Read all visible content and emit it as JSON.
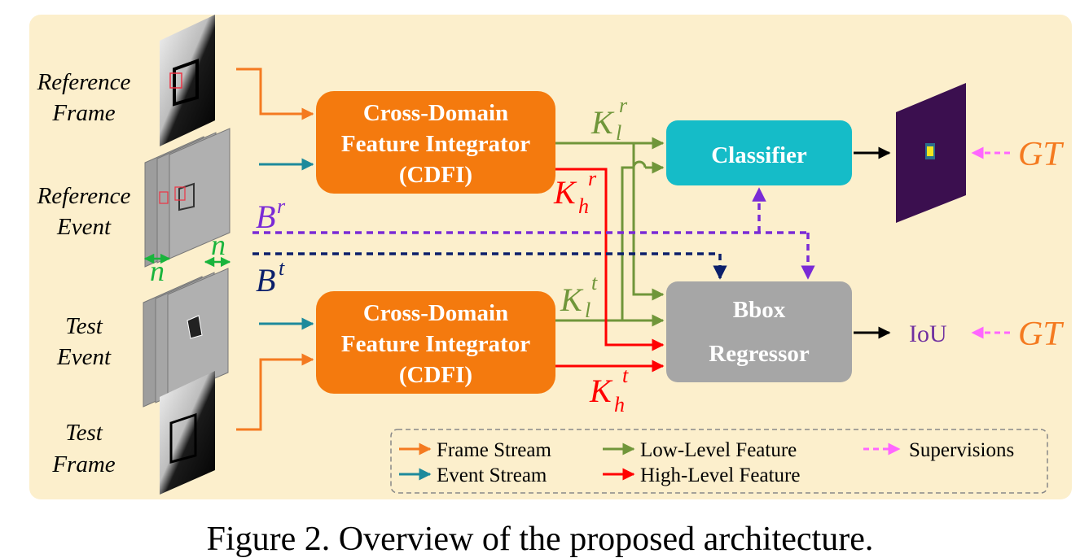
{
  "inputs": {
    "reference_frame": [
      "Reference",
      "Frame"
    ],
    "reference_event": [
      "Reference",
      "Event"
    ],
    "test_event": [
      "Test",
      "Event"
    ],
    "test_frame": [
      "Test",
      "Frame"
    ]
  },
  "symbols": {
    "n": "n",
    "b_ref": "B",
    "b_ref_sup": "r",
    "b_test": "B",
    "b_test_sup": "t",
    "k": "K",
    "low_sub": "l",
    "high_sub": "h",
    "sup_r": "r",
    "sup_t": "t"
  },
  "modules": {
    "cdfi_top": [
      "Cross-Domain",
      "Feature Integrator",
      "(CDFI)"
    ],
    "cdfi_bottom": [
      "Cross-Domain",
      "Feature Integrator",
      "(CDFI)"
    ],
    "classifier": "Classifier",
    "bbox_regressor": [
      "Bbox",
      "Regressor"
    ]
  },
  "outputs": {
    "iou": "IoU",
    "gt_top": "GT",
    "gt_bottom": "GT"
  },
  "legend": {
    "frame_stream": "Frame Stream",
    "event_stream": "Event Stream",
    "low_level": "Low-Level Feature",
    "high_level": "High-Level Feature",
    "supervisions": "Supervisions"
  },
  "colors": {
    "background": "#fcefcc",
    "frame_stream": "#f47a20",
    "event_stream": "#1d8a9c",
    "low_level": "#70963a",
    "high_level": "#ff0000",
    "supervision": "#ff66ff",
    "bbox_supervision": "#7a2ad6",
    "test_bbox": "#0b1f6b",
    "cdfi": "#f47a0e",
    "classifier": "#15bcc8",
    "bbox": "#a6a6a6",
    "n_label": "#19b43c"
  },
  "caption": "Figure 2. Overview of the proposed architecture."
}
